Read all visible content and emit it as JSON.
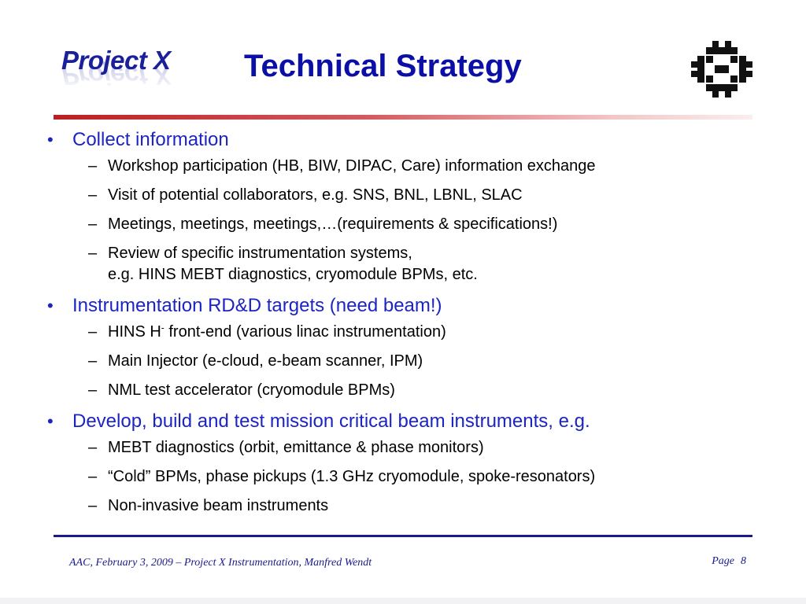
{
  "header": {
    "logo_text": "Project X",
    "title": "Technical Strategy",
    "institution_icon": "fermilab-logo-icon",
    "title_rule_color": "#b92024",
    "title_color": "#0b0fa6"
  },
  "bullets": [
    {
      "text": "Collect information",
      "items": [
        {
          "lines": [
            "Workshop participation (HB, BIW, DIPAC, Care) information exchange"
          ]
        },
        {
          "lines": [
            "Visit of potential collaborators, e.g. SNS, BNL, LBNL, SLAC"
          ]
        },
        {
          "lines": [
            "Meetings, meetings, meetings,…(requirements & specifications!)"
          ]
        },
        {
          "lines": [
            "Review of specific instrumentation systems,",
            "e.g. HINS MEBT diagnostics, cryomodule BPMs, etc."
          ]
        }
      ]
    },
    {
      "text": "Instrumentation RD&D targets (need beam!)",
      "items": [
        {
          "prefix": "HINS H",
          "superscript": "-",
          "suffix": " front-end (various linac instrumentation)"
        },
        {
          "lines": [
            "Main Injector (e-cloud, e-beam scanner, IPM)"
          ]
        },
        {
          "lines": [
            "NML test accelerator (cryomodule BPMs)"
          ]
        }
      ]
    },
    {
      "text": "Develop, build and test mission critical beam instruments, e.g.",
      "items": [
        {
          "lines": [
            "MEBT diagnostics (orbit, emittance & phase monitors)"
          ]
        },
        {
          "lines": [
            "“Cold” BPMs, phase pickups (1.3 GHz  cryomodule, spoke-resonators)"
          ]
        },
        {
          "lines": [
            "Non-invasive beam instruments"
          ]
        }
      ]
    }
  ],
  "bullet_symbol": "•",
  "dash_symbol": "–",
  "footer": {
    "left_text": "AAC, February 3, 2009 – Project X Instrumentation, Manfred Wendt",
    "page_label": "Page",
    "page_number": "8",
    "rule_color": "#1a1a8c"
  }
}
